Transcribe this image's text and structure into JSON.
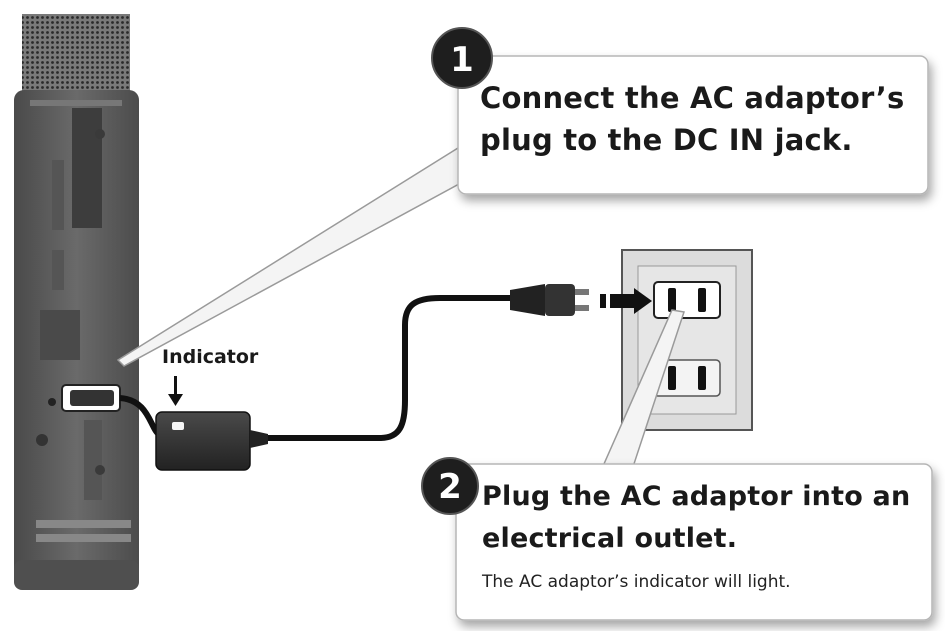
{
  "steps": [
    {
      "number": "1",
      "line1": "Connect the AC adaptor’s",
      "line2": "plug to the DC IN jack."
    },
    {
      "number": "2",
      "line1": "Plug the AC adaptor into an",
      "line2": "electrical outlet.",
      "note": "The AC adaptor’s indicator will light."
    }
  ],
  "labels": {
    "indicator": "Indicator"
  },
  "colors": {
    "device_body": "#5e5e5e",
    "device_dark": "#3a3a3a",
    "cable": "#111111",
    "outlet_plate": "#dcdcdc",
    "wall": "#e8e8e8",
    "badge": "#1e1e1e"
  }
}
